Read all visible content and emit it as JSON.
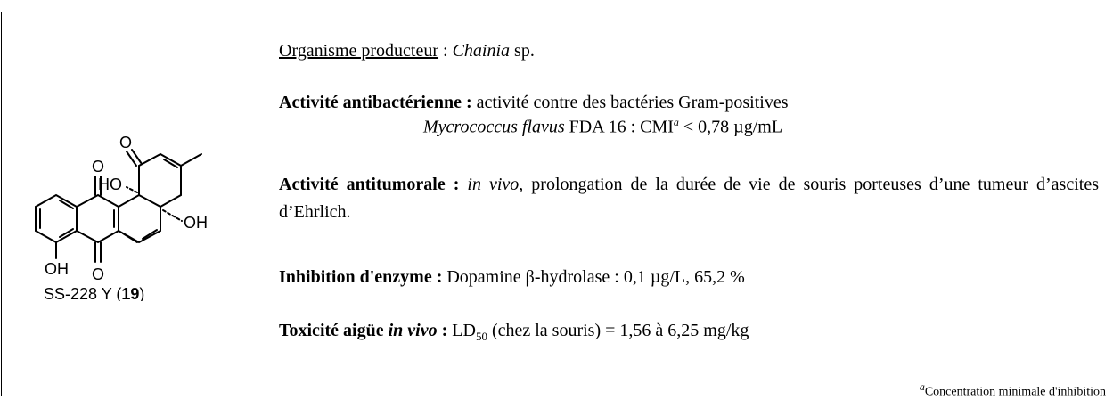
{
  "compound": {
    "label_prefix": "SS-228 Y (",
    "label_number": "19",
    "label_suffix": ")",
    "atoms": {
      "o_top_ketone": "O",
      "o_quinone_top": "O",
      "o_quinone_bottom": "O",
      "ho_left": "HO",
      "oh_right": "OH",
      "oh_bottom": "OH"
    }
  },
  "producer": {
    "label": "Organisme producteur",
    "separator": " : ",
    "organism": "Chainia",
    "suffix": " sp."
  },
  "antibacterial": {
    "label": "Activité antibactérienne :",
    "text": " activité contre des bactéries Gram-positives",
    "strain": "Mycrococcus flavus",
    "strain_rest": " FDA 16 : CMI",
    "footnote_marker": "a",
    "value": " < 0,78 µg/mL"
  },
  "antitumor": {
    "label": "Activité antitumorale :",
    "invivo": "in vivo",
    "text": ", prolongation de la durée de vie de souris porteuses d’une tumeur d’ascites d’Ehrlich."
  },
  "enzyme": {
    "label": "Inhibition d'enzyme :",
    "text": " Dopamine β-hydrolase : 0,1 µg/L, 65,2 %"
  },
  "toxicity": {
    "label_start": "Toxicité aigüe ",
    "label_italic": "in vivo",
    "label_end": " :",
    "text_start": " LD",
    "text_sub": "50",
    "text_end": " (chez la souris) = 1,56 à 6,25 mg/kg"
  },
  "footnote": {
    "marker": "a",
    "text": "Concentration minimale d'inhibition"
  }
}
